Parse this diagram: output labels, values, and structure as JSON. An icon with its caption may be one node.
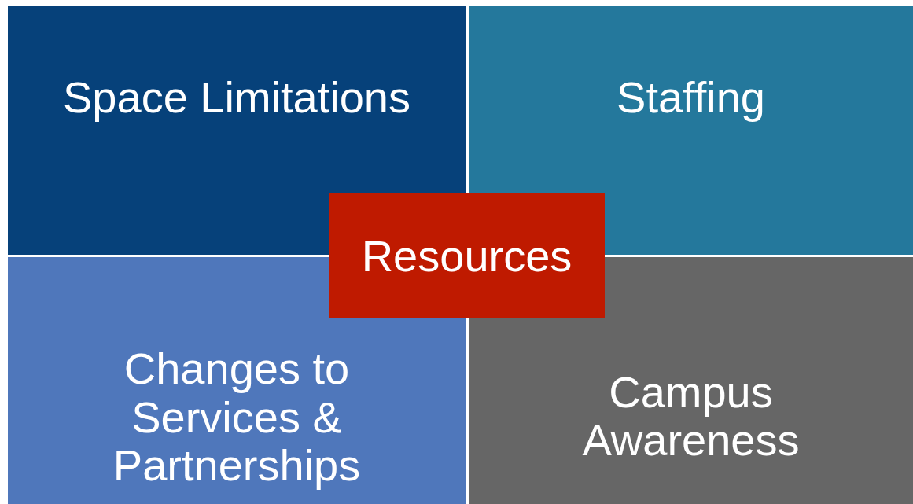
{
  "diagram": {
    "nodes": [
      {
        "text": [
          "Space Limitations"
        ]
      },
      {
        "text": [
          "Staffing"
        ]
      },
      {
        "text": [
          "Resources"
        ]
      },
      {
        "text": [
          "Changes to Services & Partnerships"
        ]
      },
      {
        "text": [
          "Campus Awareness"
        ]
      }
    ],
    "edges": []
  }
}
